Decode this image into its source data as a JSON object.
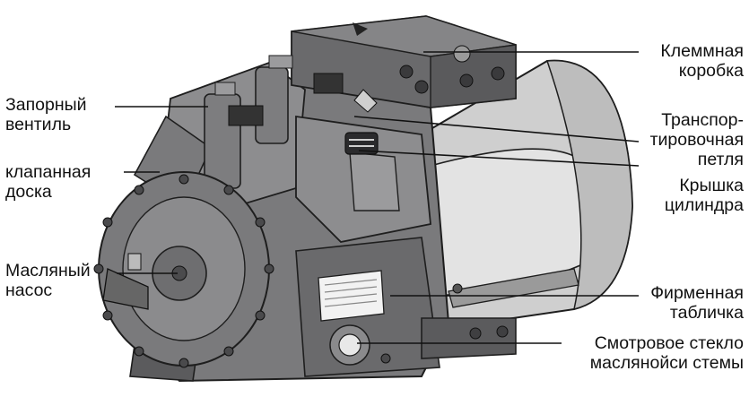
{
  "colors": {
    "body_dark": "#5b5b5d",
    "body_mid": "#7a7a7c",
    "body_light": "#9b9b9d",
    "motor_shell": "#d7d7d7",
    "outline": "#1e1e1e",
    "leader": "#111111"
  },
  "labels": {
    "terminal_box": [
      "Клеммная",
      "коробка"
    ],
    "lifting_eye": [
      "Транспор-",
      "тировочная",
      "петля"
    ],
    "cylinder_cover": [
      "Крышка",
      "цилиндра"
    ],
    "nameplate": [
      "Фирменная",
      "табличка"
    ],
    "sight_glass": [
      "Смотровое стекло",
      "маслянойси стемы"
    ],
    "shutoff_valve": [
      "Запорный",
      "вентиль"
    ],
    "valve_plate": [
      "клапанная",
      "доска"
    ],
    "oil_pump": [
      "Масляный",
      "насос"
    ]
  }
}
